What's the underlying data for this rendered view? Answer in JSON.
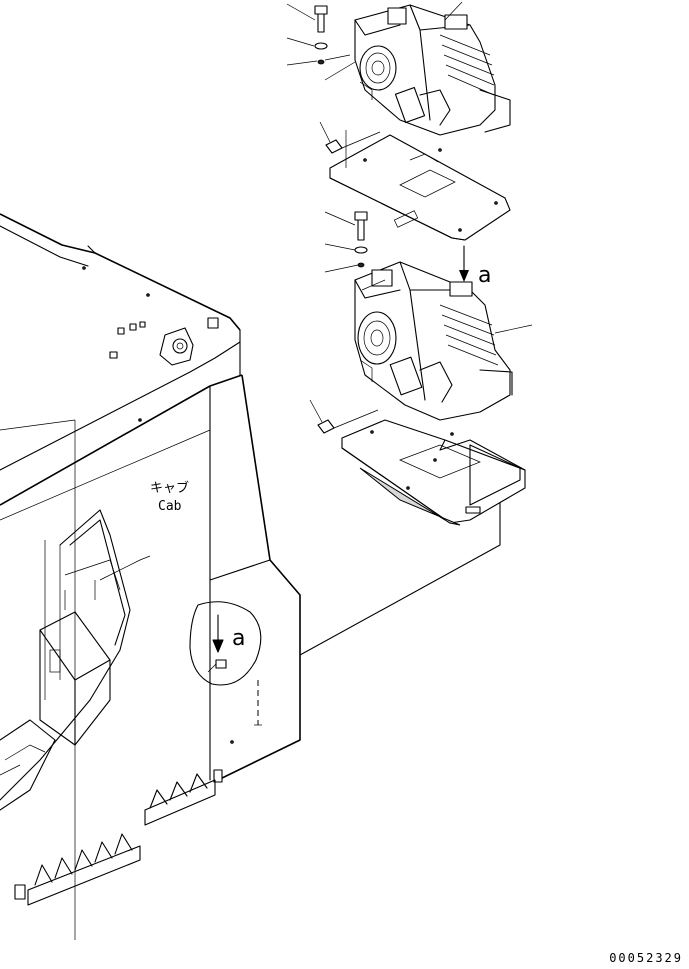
{
  "labels": {
    "cab_jp": "キャブ",
    "cab_en": "Cab",
    "ref_a_upper": "a",
    "ref_a_lower": "a"
  },
  "figure_code": "00052329"
}
